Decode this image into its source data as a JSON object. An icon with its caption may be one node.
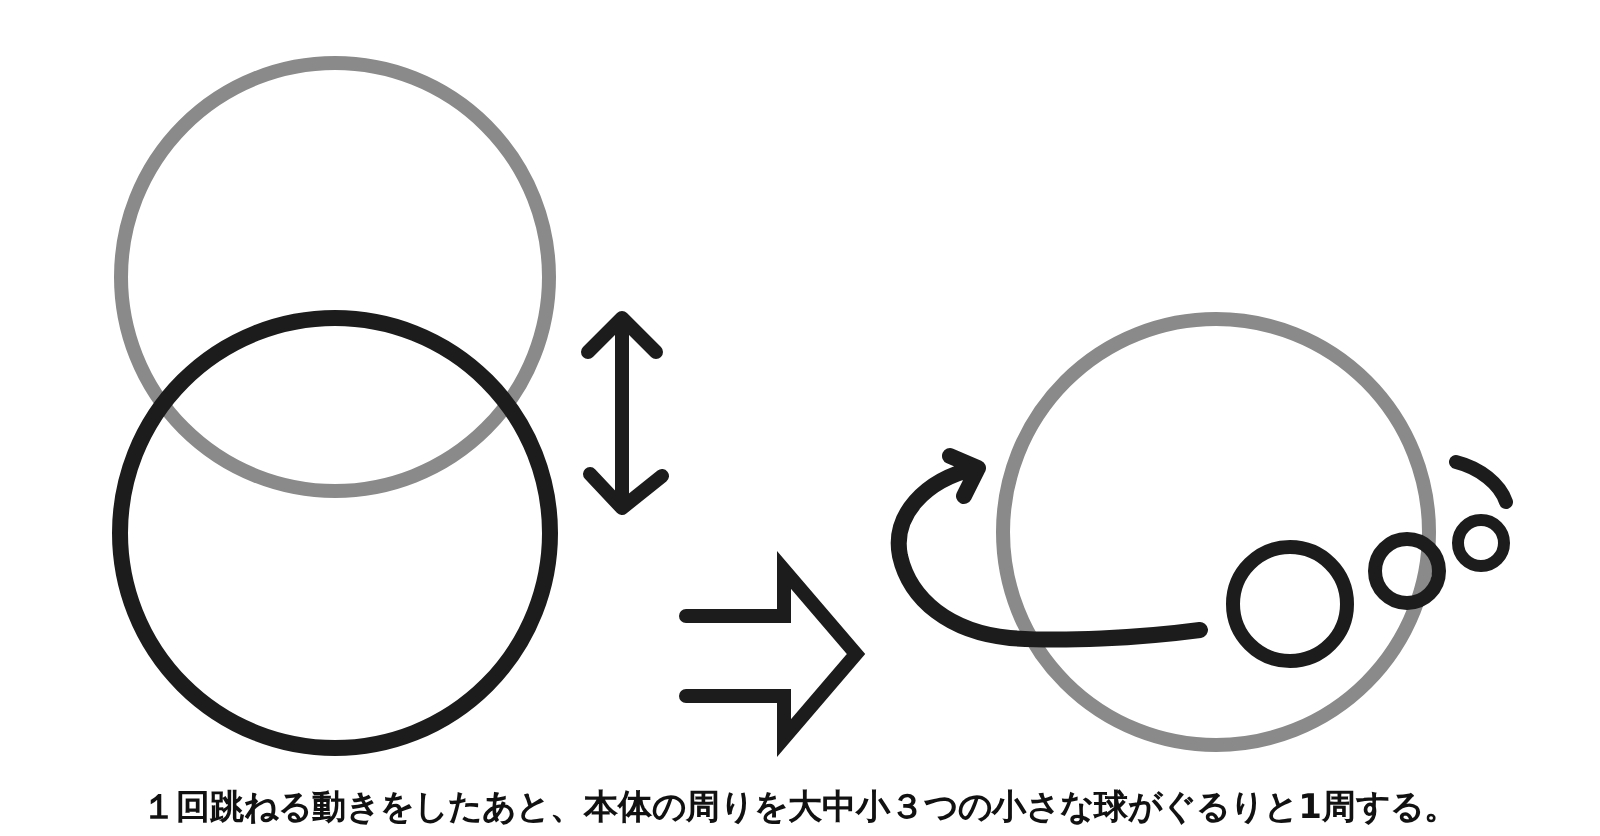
{
  "diagram": {
    "nodes": [
      {
        "text": [],
        "shape": "circle"
      },
      {
        "text": [],
        "shape": "circle"
      },
      {
        "text": [],
        "shape": "circle"
      },
      {
        "text": [],
        "shape": "circle",
        "in": 2
      },
      {
        "text": [],
        "shape": "circle"
      },
      {
        "text": [],
        "shape": "circle"
      }
    ],
    "caption": "１回跳ねる動きをしたあと、本体の周りを大中小３つの小さな球がぐるりと1周する。"
  }
}
